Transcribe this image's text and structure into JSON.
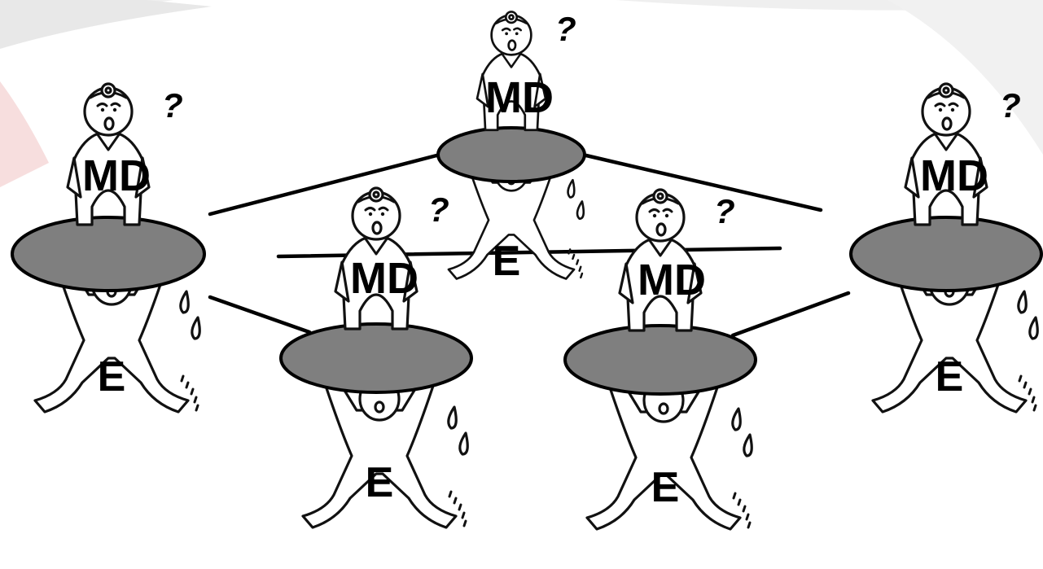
{
  "colors": {
    "background": "#ffffff",
    "disc_fill": "#7f7f7f",
    "ink": "#000000",
    "watermark": "#ececec",
    "watermark_accent": "#f7dede"
  },
  "icons": [
    "doctor-figure",
    "distressed-employee-figure",
    "head-mirror-icon",
    "question-mark",
    "sweat-drop"
  ],
  "doctor_label": "MD",
  "employee_label": "E",
  "question_mark": "?",
  "units": [
    {
      "id": "unit-left",
      "md": "MD",
      "e": "E",
      "q": "?"
    },
    {
      "id": "unit-top-center",
      "md": "MD",
      "e": "E",
      "q": "?"
    },
    {
      "id": "unit-front-left",
      "md": "MD",
      "e": "E",
      "q": "?"
    },
    {
      "id": "unit-front-right",
      "md": "MD",
      "e": "E",
      "q": "?"
    },
    {
      "id": "unit-right",
      "md": "MD",
      "e": "E",
      "q": "?"
    }
  ]
}
